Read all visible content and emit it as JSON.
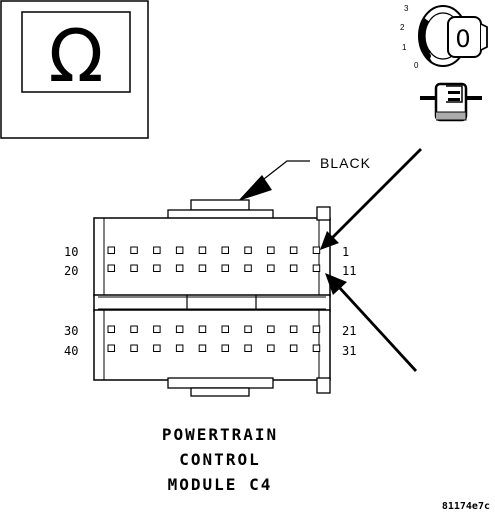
{
  "symbol": {
    "ohm": "Ω"
  },
  "ignition": {
    "positions": [
      "3",
      "2",
      "1",
      "0"
    ],
    "key_mark": "0"
  },
  "connector": {
    "color_label": "BLACK",
    "pin_labels": {
      "row1_left": "10",
      "row1_right": "1",
      "row2_left": "20",
      "row2_right": "11",
      "row3_left": "30",
      "row3_right": "21",
      "row4_left": "40",
      "row4_right": "31"
    },
    "pins_per_row": 10
  },
  "caption": {
    "line1": "POWERTRAIN",
    "line2": "CONTROL",
    "line3": "MODULE C4"
  },
  "figure_ref": "81174e7c"
}
